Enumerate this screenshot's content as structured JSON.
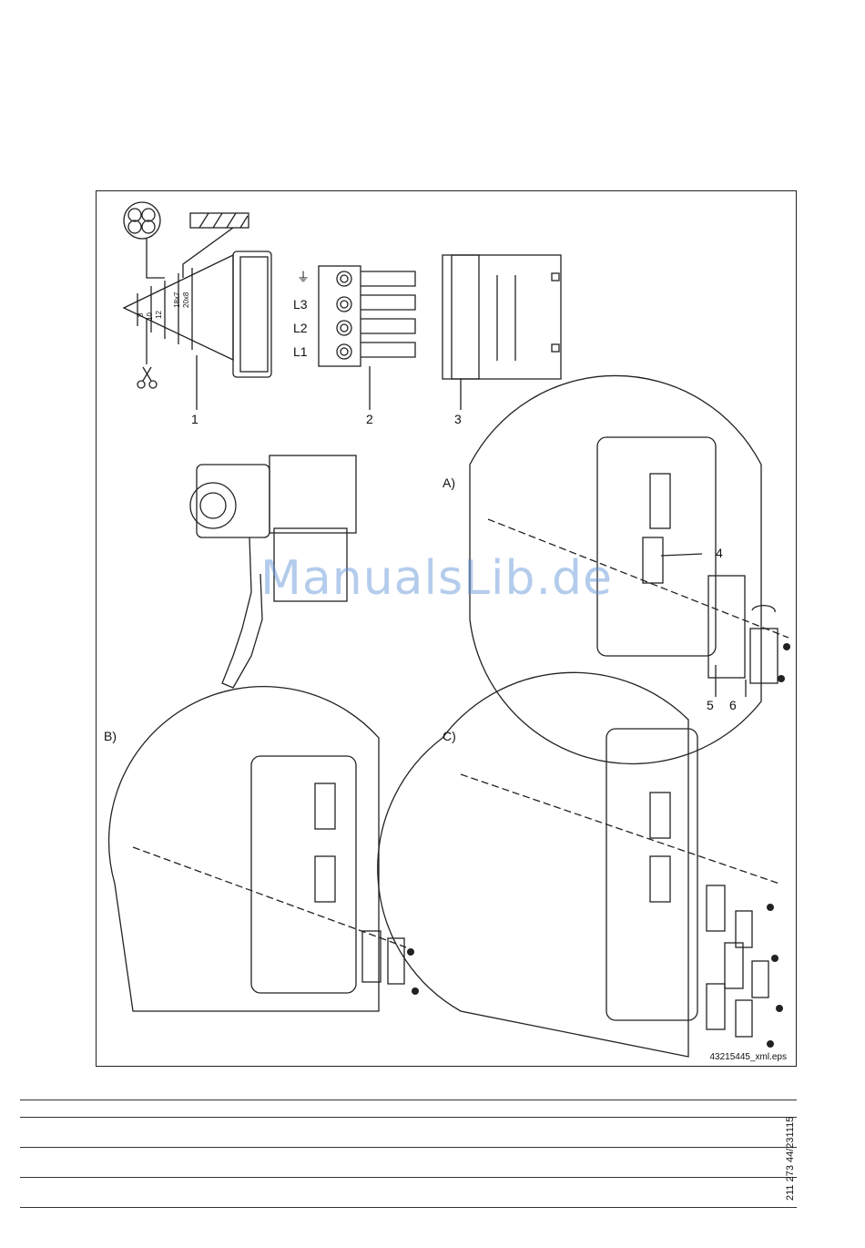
{
  "figure": {
    "file_ref": "43215445_xml.eps",
    "watermark": "ManualsLib.de",
    "part_numbers": [
      "1",
      "2",
      "3",
      "4",
      "5",
      "6"
    ],
    "view_labels": [
      "A)",
      "B)",
      "C)"
    ],
    "terminal_labels": [
      "L3",
      "L2",
      "L1"
    ],
    "ground_symbol": "⏚",
    "cable_dimensions": [
      "20x8",
      "18x7",
      "12",
      "10",
      "8"
    ]
  },
  "doc_code": "211 273 44/231115",
  "table": {
    "rows": [
      [
        "",
        "",
        "",
        "",
        "",
        ""
      ],
      [
        "",
        "",
        "",
        "",
        "",
        ""
      ],
      [
        "",
        "",
        "",
        "",
        "",
        ""
      ],
      [
        "",
        "",
        "",
        "",
        "",
        ""
      ]
    ]
  }
}
